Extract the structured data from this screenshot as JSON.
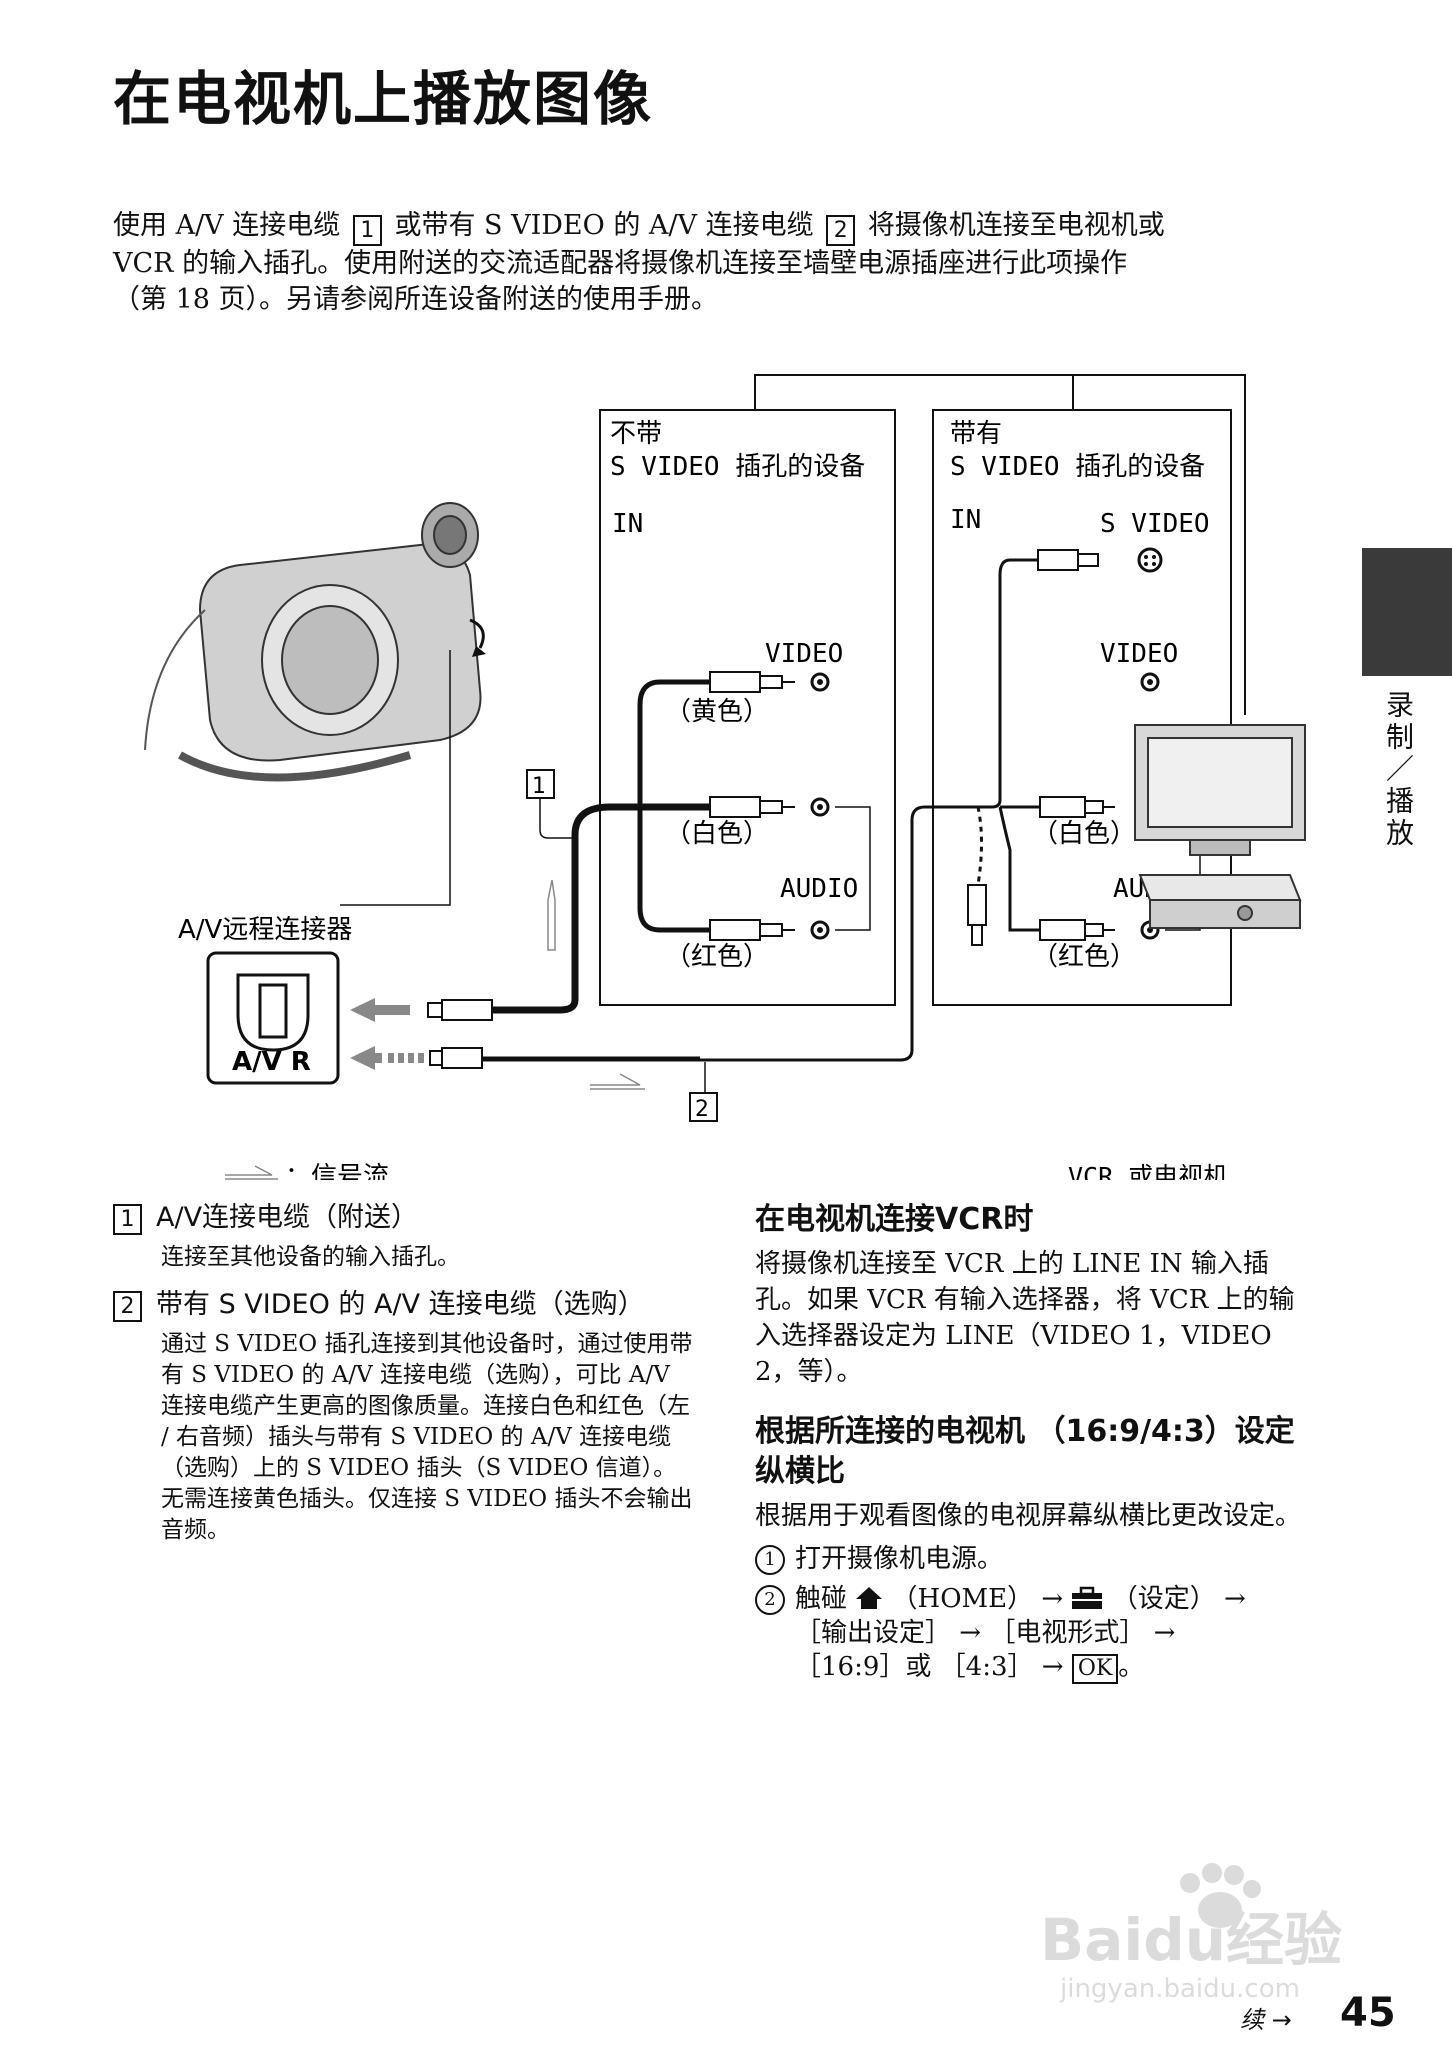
{
  "title": "在电视机上播放图像",
  "intro": {
    "p1a": "使用 A/V 连接电缆",
    "p1b": "或带有 S VIDEO 的 A/V 连接电缆",
    "p1c": "将摄像机连接至电视机或",
    "p2": "VCR 的输入插孔。使用附送的交流适配器将摄像机连接至墙壁电源插座进行此项操作",
    "p3": "（第 18 页）。另请参阅所连设备附送的使用手册。",
    "box1": "1",
    "box2": "2"
  },
  "side_label": "录制／播放",
  "diagram": {
    "panel_left": {
      "heading1": "不带",
      "heading2": "S VIDEO 插孔的设备",
      "in_label": "IN",
      "video_label": "VIDEO",
      "audio_label": "AUDIO",
      "yellow": "（黄色）",
      "white": "（白色）",
      "red": "（红色）"
    },
    "panel_right": {
      "heading1": "带有",
      "heading2": "S VIDEO 插孔的设备",
      "in_label": "IN",
      "svideo_label": "S VIDEO",
      "video_label": "VIDEO",
      "audio_label": "AUDIO",
      "white": "（白色）",
      "red": "（红色）"
    },
    "av_remote_label": "A/V远程连接器",
    "av_r_label": "A/V R",
    "callout1": "1",
    "callout2": "2",
    "legend": "：信号流",
    "vcr_tv_label": "VCR 或电视机"
  },
  "items": [
    {
      "num": "1",
      "title": "A/V连接电缆（附送）",
      "desc": "连接至其他设备的输入插孔。"
    },
    {
      "num": "2",
      "title": "带有 S VIDEO 的 A/V 连接电缆（选购）",
      "desc": "通过 S VIDEO 插孔连接到其他设备时，通过使用带有 S VIDEO 的 A/V 连接电缆（选购），可比 A/V 连接电缆产生更高的图像质量。连接白色和红色（左 / 右音频）插头与带有 S VIDEO 的 A/V 连接电缆（选购）上的 S VIDEO 插头（S VIDEO 信道）。无需连接黄色插头。仅连接 S VIDEO 插头不会输出音频。"
    }
  ],
  "right": {
    "h_vcr": "在电视机连接VCR时",
    "p_vcr": "将摄像机连接至 VCR 上的 LINE IN 输入插孔。如果 VCR 有输入选择器，将 VCR 上的输入选择器设定为 LINE（VIDEO 1，VIDEO 2，等）。",
    "h_aspect": "根据所连接的电视机 （16:9/4:3）设定纵横比",
    "p_aspect": "根据用于观看图像的电视屏幕纵横比更改设定。",
    "step1_num": "1",
    "step1": "打开摄像机电源。",
    "step2_num": "2",
    "step2_a": "触碰",
    "step2_b": "（HOME） →",
    "step2_c": "（设定） →",
    "step2_d": "［输出设定］ → ［电视形式］ →",
    "step2_e": "［16:9］或 ［4:3］ →",
    "ok": "OK",
    "step2_end": "。"
  },
  "footer": {
    "cont": "续",
    "page": "45"
  },
  "watermark": {
    "brand": "Baidu经验",
    "url": "jingyan.baidu.com"
  }
}
